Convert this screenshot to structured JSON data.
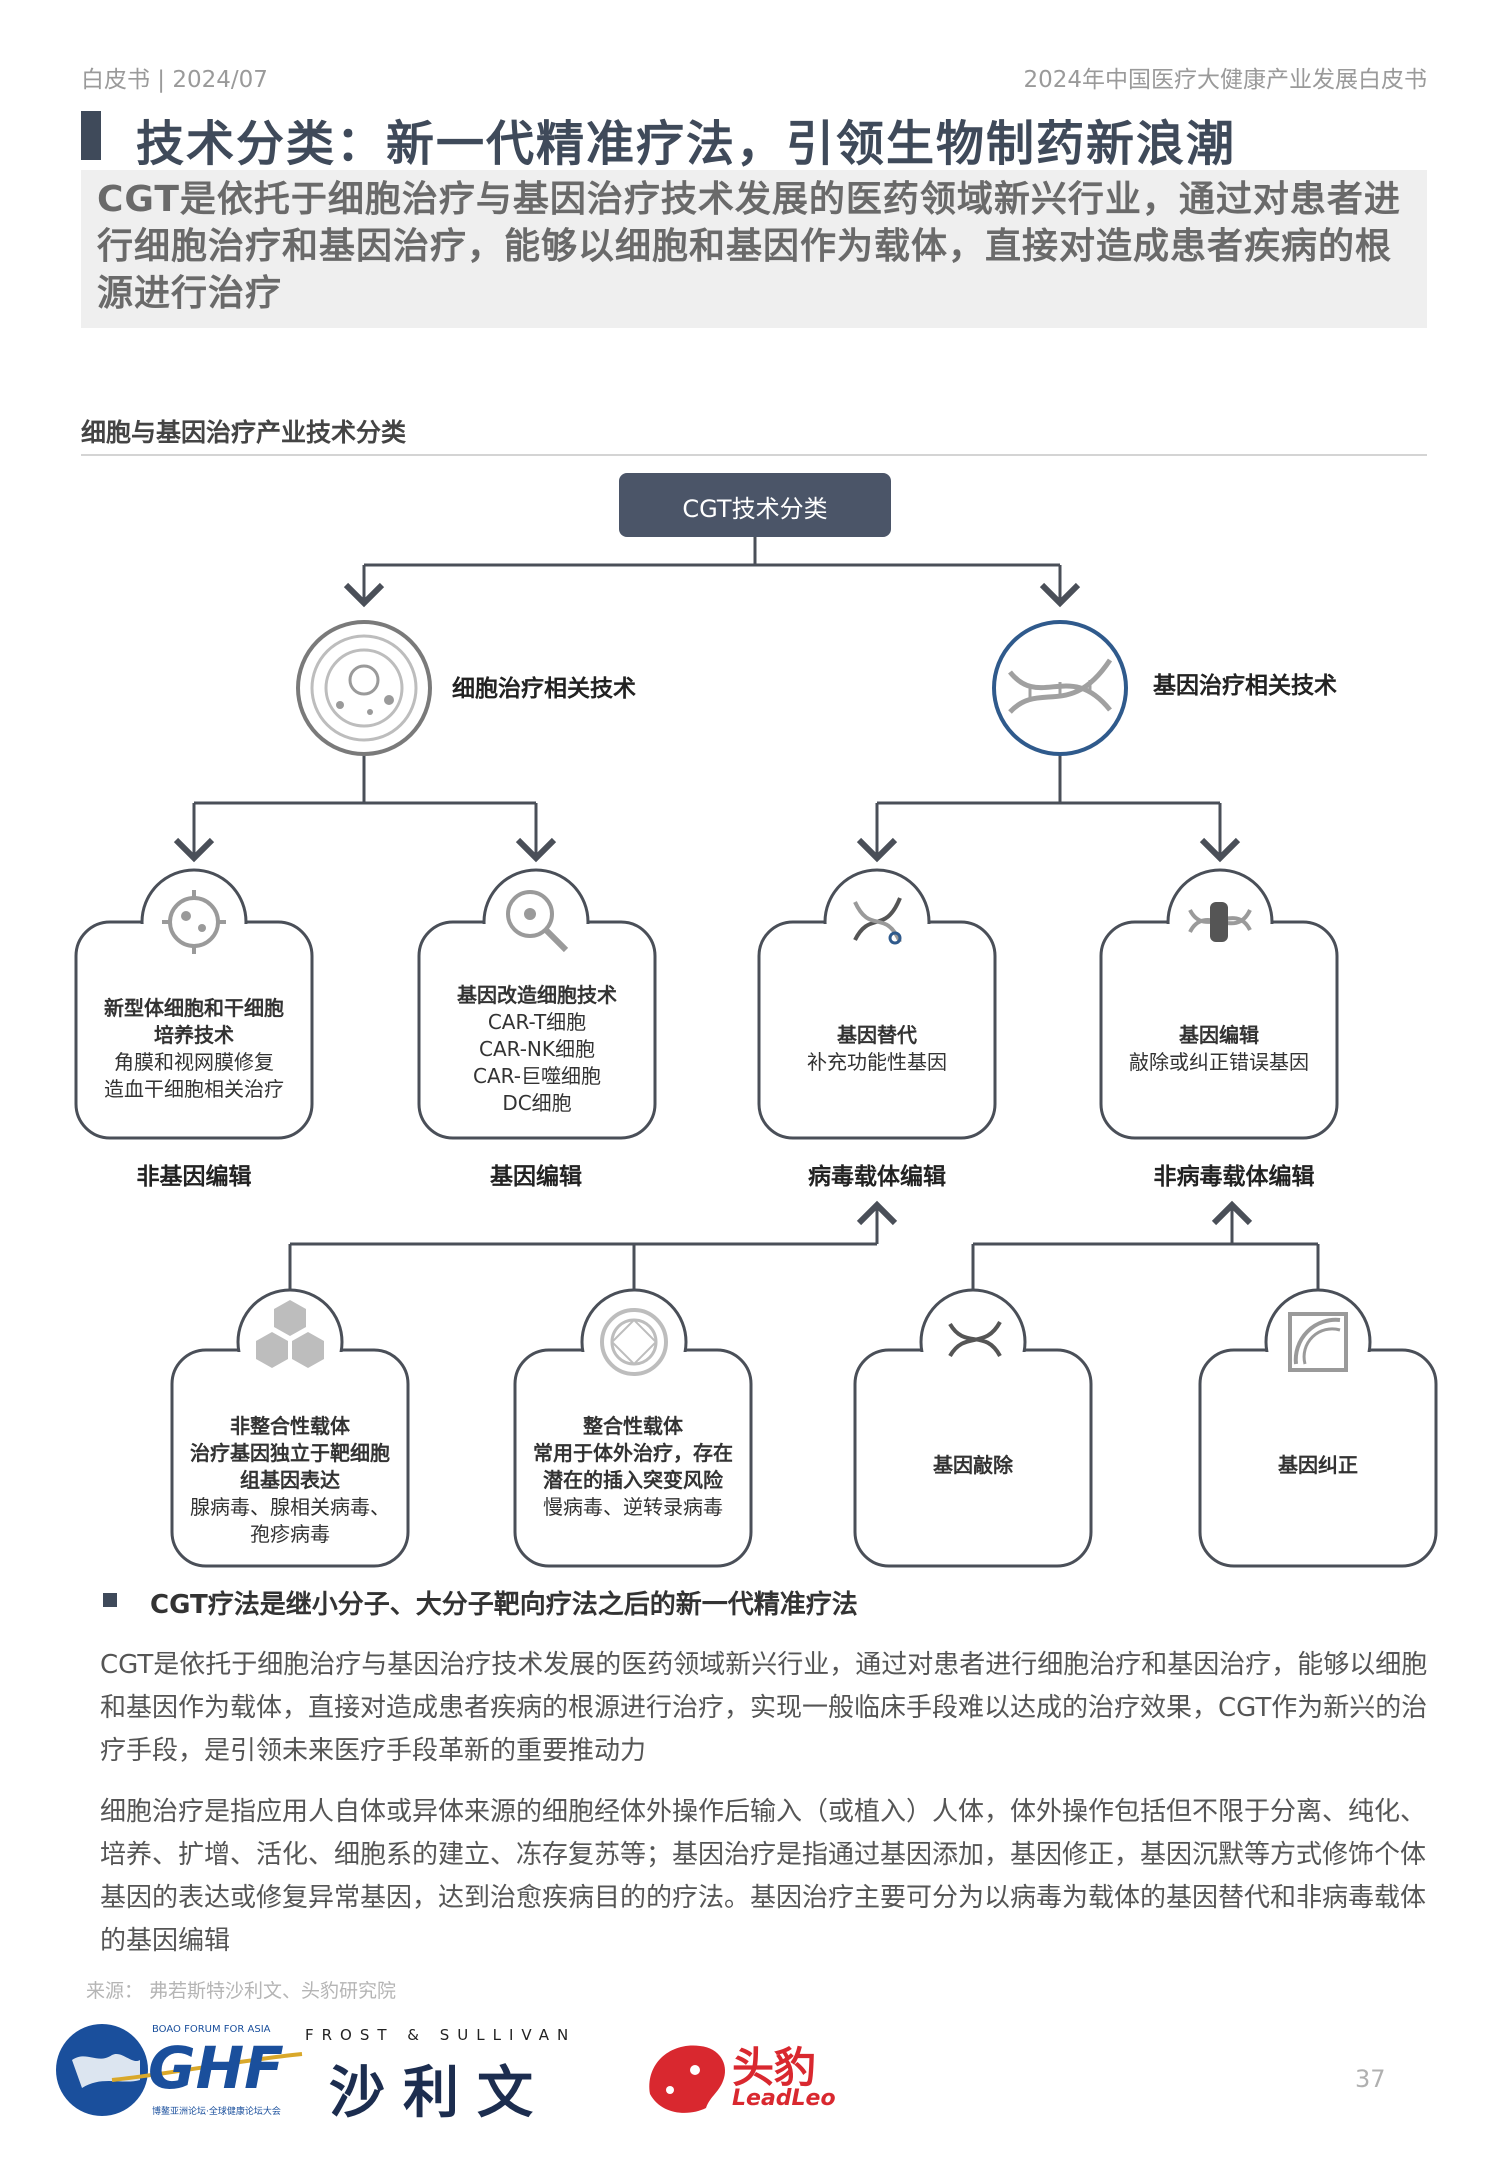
{
  "header": {
    "left": "白皮书 | 2024/07",
    "right": "2024年中国医疗大健康产业发展白皮书"
  },
  "title": "技术分类：新一代精准疗法，引领生物制药新浪潮",
  "subtitle": "CGT是依托于细胞治疗与基因治疗技术发展的医药领域新兴行业，通过对患者进行细胞治疗和基因治疗，能够以细胞和基因作为载体，直接对造成患者疾病的根源进行治疗",
  "chart": {
    "title": "细胞与基因治疗产业技术分类",
    "root": "CGT技术分类",
    "branches": {
      "cell": "细胞治疗相关技术",
      "gene": "基因治疗相关技术"
    },
    "boxes": [
      {
        "bold": "新型体细胞和干细胞",
        "bold2": "培养技术",
        "lines": [
          "角膜和视网膜修复",
          "造血干细胞相关治疗"
        ],
        "category": "非基因编辑"
      },
      {
        "bold": "基因改造细胞技术",
        "bold2": "",
        "lines": [
          "CAR-T细胞",
          "CAR-NK细胞",
          "CAR-巨噬细胞",
          "DC细胞"
        ],
        "category": "基因编辑"
      },
      {
        "bold": "基因替代",
        "bold2": "",
        "lines": [
          "补充功能性基因"
        ],
        "category": "病毒载体编辑"
      },
      {
        "bold": "基因编辑",
        "bold2": "",
        "lines": [
          "敲除或纠正错误基因"
        ],
        "category": "非病毒载体编辑"
      }
    ],
    "bottom_boxes": [
      {
        "bold": "非整合性载体",
        "bold2": "治疗基因独立于靶细胞",
        "bold3": "组基因表达",
        "lines": [
          "腺病毒、腺相关病毒、",
          "孢疹病毒"
        ]
      },
      {
        "bold": "整合性载体",
        "bold2": "常用于体外治疗，存在",
        "bold3": "潜在的插入突变风险",
        "lines": [
          "慢病毒、逆转录病毒"
        ]
      },
      {
        "bold": "基因敲除",
        "bold2": "",
        "bold3": "",
        "lines": []
      },
      {
        "bold": "基因纠正",
        "bold2": "",
        "bold3": "",
        "lines": []
      }
    ]
  },
  "section": {
    "heading": "CGT疗法是继小分子、大分子靶向疗法之后的新一代精准疗法",
    "para1": "CGT是依托于细胞治疗与基因治疗技术发展的医药领域新兴行业，通过对患者进行细胞治疗和基因治疗，能够以细胞和基因作为载体，直接对造成患者疾病的根源进行治疗，实现一般临床手段难以达成的治疗效果，CGT作为新兴的治疗手段，是引领未来医疗手段革新的重要推动力",
    "para2": "细胞治疗是指应用人自体或异体来源的细胞经体外操作后输入（或植入）人体，体外操作包括但不限于分离、纯化、培养、扩增、活化、细胞系的建立、冻存复苏等；基因治疗是指通过基因添加，基因修正，基因沉默等方式修饰个体基因的表达或修复异常基因，达到治愈疾病目的的疗法。基因治疗主要可分为以病毒为载体的基因替代和非病毒载体的基因编辑"
  },
  "source": "来源：    弗若斯特沙利文、头豹研究院",
  "logos": {
    "ghf_small": "BOAO FORUM FOR ASIA",
    "ghf": "GHF",
    "ghf_sub": "博鳌亚洲论坛·全球健康论坛大会",
    "frost_top": "FROST & SULLIVAN",
    "frost_cn": "沙利文",
    "leadleo_cn": "头豹",
    "leadleo_en": "LeadLeo"
  },
  "page_number": "37",
  "colors": {
    "primary": "#3f4a5a",
    "accent_blue": "#2f5a8c",
    "logo_red": "#d9282f",
    "logo_blue": "#1a4f9c"
  }
}
